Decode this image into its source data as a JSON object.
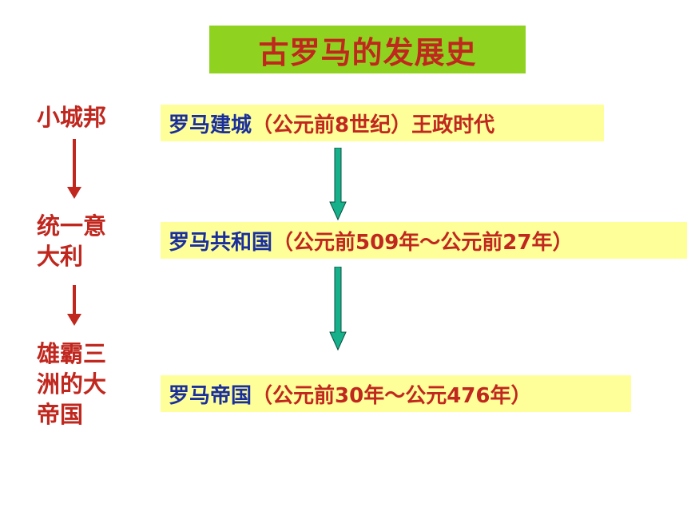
{
  "title": "古罗马的发展史",
  "stages": [
    {
      "label": "小城邦"
    },
    {
      "line1": "统一意",
      "line2": "大利"
    },
    {
      "line1": "雄霸三",
      "line2": "洲的大",
      "line3": "帝国"
    }
  ],
  "events": [
    {
      "name": "罗马建城",
      "detail": "（公元前8世纪）王政时代"
    },
    {
      "name": "罗马共和国",
      "detail": "（公元前509年～公元前27年）"
    },
    {
      "name": "罗马帝国",
      "detail": "（公元前30年～公元476年）"
    }
  ],
  "colors": {
    "title_bg": "#8fd21f",
    "title_text": "#c0271e",
    "event_bg": "#ffff99",
    "event_name": "#1a2f9c",
    "event_detail": "#c0271e",
    "stage_text": "#c0271e",
    "connector_arrow": "#16b08a"
  }
}
